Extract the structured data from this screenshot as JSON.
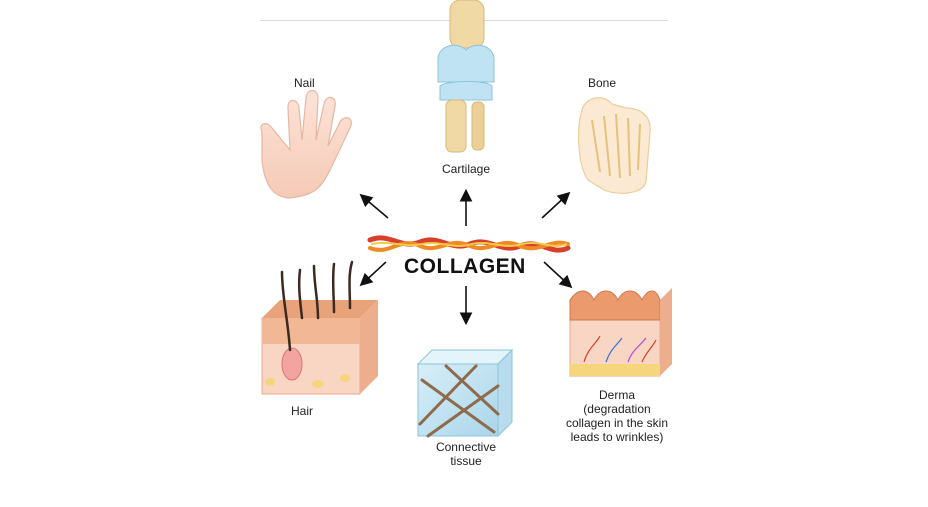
{
  "diagram": {
    "center": "COLLAGEN",
    "items": [
      {
        "id": "nail",
        "label": "Nail"
      },
      {
        "id": "cartilage",
        "label": "Cartilage"
      },
      {
        "id": "bone",
        "label": "Bone"
      },
      {
        "id": "hair",
        "label": "Hair"
      },
      {
        "id": "connective",
        "label_line1": "Connective",
        "label_line2": "tissue"
      },
      {
        "id": "derma",
        "label_line1": "Derma",
        "label_line2": "(degradation",
        "label_line3": "collagen in the skin",
        "label_line4": "leads to wrinkles)"
      }
    ]
  },
  "colors": {
    "collagen_red": "#d9402b",
    "collagen_orange": "#f08a24",
    "collagen_yellow": "#f7c948",
    "skin": "#f6c7b0",
    "skin_top": "#e8a075",
    "cartilage_blue": "#bfe3f2",
    "bone_tan": "#f1d9a6",
    "hair_dark": "#3b2a20"
  }
}
